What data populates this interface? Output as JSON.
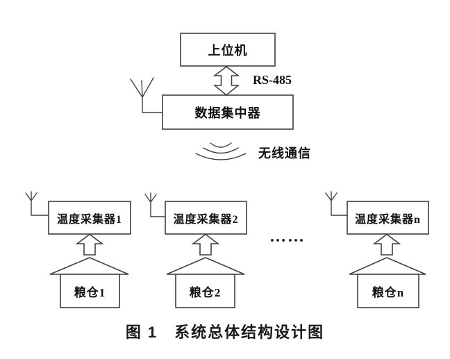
{
  "diagram": {
    "host": {
      "label": "上位机"
    },
    "bus_label": "RS-485",
    "concentrator": {
      "label": "数据集中器"
    },
    "wireless_label": "无线通信",
    "collectors": [
      {
        "label": "温度采集器1"
      },
      {
        "label": "温度采集器2"
      },
      {
        "label": "温度采集器n"
      }
    ],
    "ellipsis": "……",
    "granaries": [
      {
        "label": "粮仓1"
      },
      {
        "label": "粮仓2"
      },
      {
        "label": "粮仓n"
      }
    ],
    "caption": "图 1　系统总体结构设计图"
  },
  "colors": {
    "line": "#3f3f3f",
    "text": "#111111",
    "background": "#ffffff"
  }
}
